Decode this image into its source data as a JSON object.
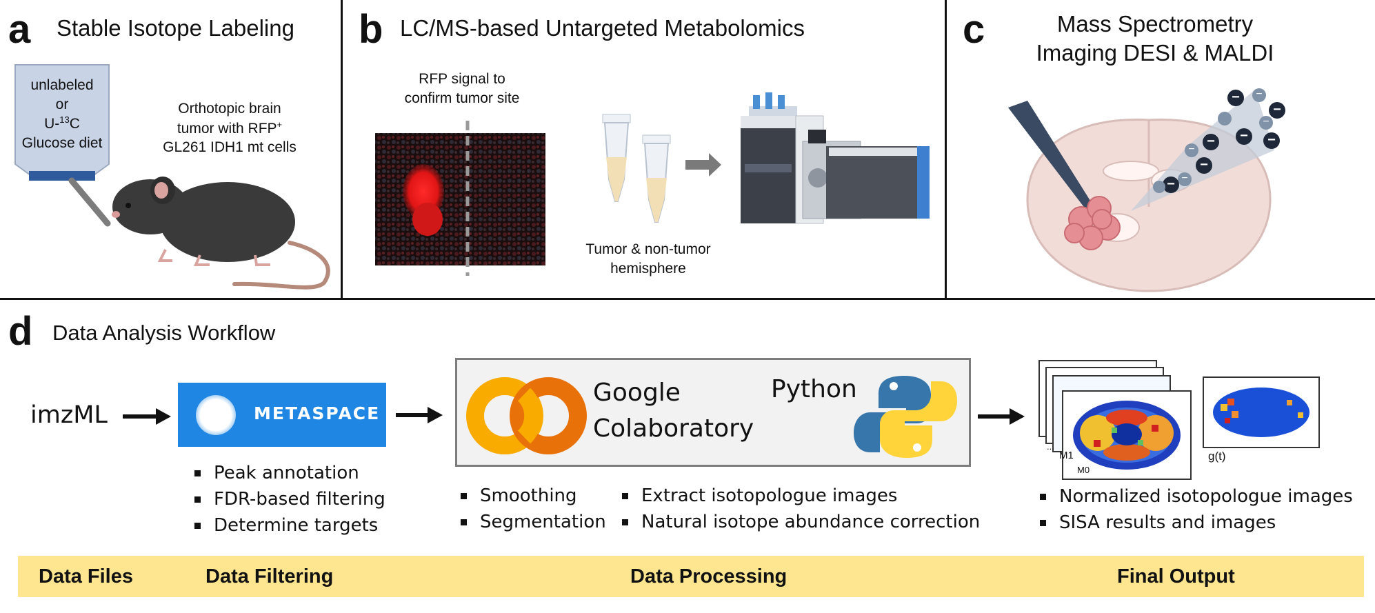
{
  "panel_a": {
    "letter": "a",
    "title": "Stable Isotope Labeling",
    "diet_line1": "unlabeled",
    "diet_line2": "or",
    "diet_line3_prefix": "U-",
    "diet_line3_sup": "13",
    "diet_line3_suffix": "C",
    "diet_line4": "Glucose diet",
    "mouse_line1": "Orthotopic brain",
    "mouse_line2_prefix": "tumor with RFP",
    "mouse_line2_sup": "+",
    "mouse_line3": "GL261 IDH1 mt cells"
  },
  "panel_b": {
    "letter": "b",
    "title": "LC/MS-based Untargeted Metabolomics",
    "rfp_line1": "RFP signal to",
    "rfp_line2": "confirm tumor site",
    "tube_line1": "Tumor & non-tumor",
    "tube_line2": "hemisphere"
  },
  "panel_c": {
    "letter": "c",
    "title_line1": "Mass Spectrometry",
    "title_line2": "Imaging DESI & MALDI",
    "ion_sign": "−"
  },
  "panel_d": {
    "letter": "d",
    "title": "Data Analysis Workflow",
    "input_label": "imzML",
    "metaspace_label": "METASPACE",
    "metaspace_bullets": [
      "Peak annotation",
      "FDR-based filtering",
      "Determine targets"
    ],
    "colab_line1": "Google",
    "colab_line2": "Colaboratory",
    "python_label": "Python",
    "processing_bullets_left": [
      "Smoothing",
      "Segmentation"
    ],
    "processing_bullets_right": [
      "Extract isotopologue images",
      "Natural isotope abundance correction"
    ],
    "output_label_m1": "M1",
    "output_label_m0": "M0",
    "output_label_dots": "...",
    "output_label_gt": "g(t)",
    "output_bullets": [
      "Normalized isotopologue images",
      "SISA results and images"
    ]
  },
  "stages": [
    "Data Files",
    "Data Filtering",
    "Data Processing",
    "Final Output"
  ],
  "colors": {
    "metaspace_blue": "#1f87e3",
    "stage_bar": "#fde68f",
    "colab_orange": "#f9ab00",
    "python_blue": "#3776ab",
    "python_yellow": "#ffd43b",
    "rfp_red": "#ff2020"
  }
}
